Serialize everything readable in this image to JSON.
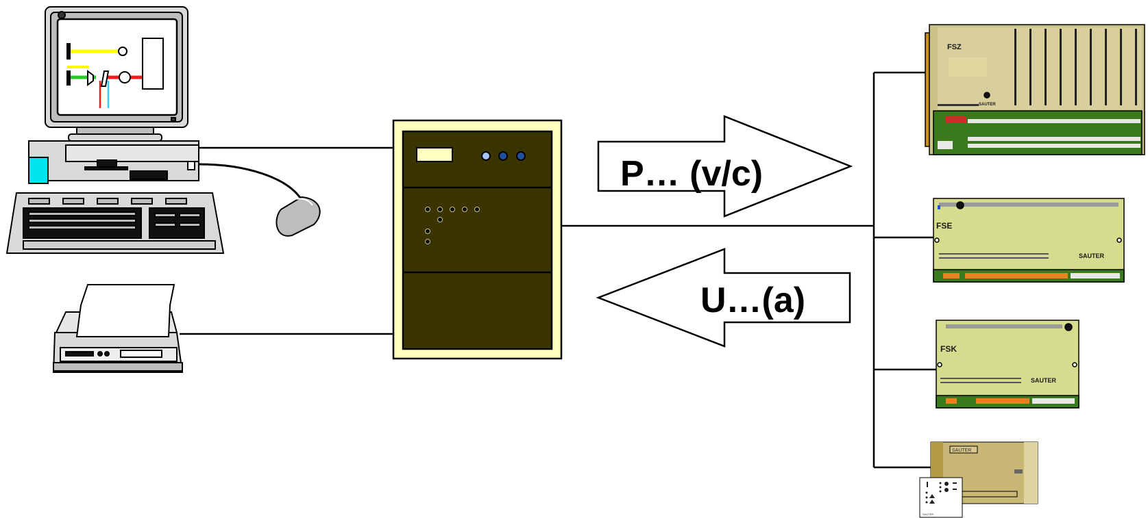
{
  "arrows": {
    "outgoing_label": "P… (v/c)",
    "incoming_label": "U…(a)"
  },
  "devices": {
    "modules": [
      {
        "model": "FSZ",
        "brand": "SAUTER"
      },
      {
        "model": "FSE",
        "brand": "SAUTER"
      },
      {
        "model": "FSK",
        "brand": "SAUTER"
      }
    ],
    "module4_badge": "SAUTER",
    "module4_sheet_footer": "SAUTER"
  },
  "colors": {
    "hub_frame": "#ffffc0",
    "hub_body": "#3a3500",
    "module_green": "#d6dc8e",
    "rack_tan": "#c9c08a",
    "line_yellow": "#ffff00",
    "line_green": "#22cc22",
    "line_red": "#ff1a1a",
    "line_cyan": "#33ccff"
  }
}
